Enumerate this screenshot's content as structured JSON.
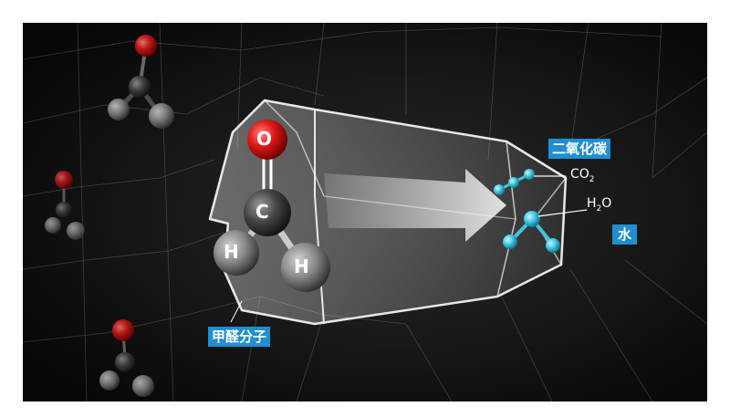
{
  "labels": {
    "formaldehyde_tag": "甲醛分子",
    "co2_tag": "二氧化碳",
    "water_tag": "水",
    "co2_formula_main": "CO",
    "co2_formula_sub": "2",
    "h2o_formula_h": "H",
    "h2o_formula_sub": "2",
    "h2o_formula_o": "O"
  },
  "atoms": {
    "oxygen": "O",
    "carbon": "C",
    "hydrogen_left": "H",
    "hydrogen_right": "H"
  },
  "colors": {
    "background": "#0b0b0b",
    "tag": "#1f8fd1",
    "oxygen": "#e01919",
    "carbon": "#444444",
    "hydrogen": "#8a8a8a",
    "product_molecule": "#3fc6e0"
  }
}
